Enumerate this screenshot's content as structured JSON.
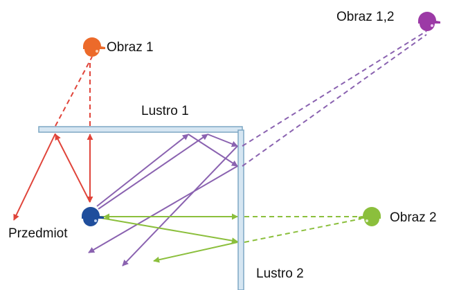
{
  "labels": {
    "image1": "Obraz 1",
    "image12": "Obraz 1,2",
    "mirror1": "Lustro 1",
    "object": "Przedmiot",
    "image2": "Obraz 2",
    "mirror2": "Lustro 2"
  },
  "colors": {
    "red": "#e0443a",
    "purple": "#8a62b0",
    "green": "#8bbf3c",
    "mirror_fill": "#d6e6f2",
    "mirror_edge": "#7da7c4",
    "head_object": "#1f4e9c",
    "head_image1": "#ec6a2a",
    "head_image12": "#9c3aa6",
    "head_image2": "#8bbf3c"
  },
  "icons": {
    "object": "person-head-cap-icon",
    "image1": "person-head-cap-icon",
    "image12": "person-head-cap-icon",
    "image2": "person-head-cap-icon"
  }
}
